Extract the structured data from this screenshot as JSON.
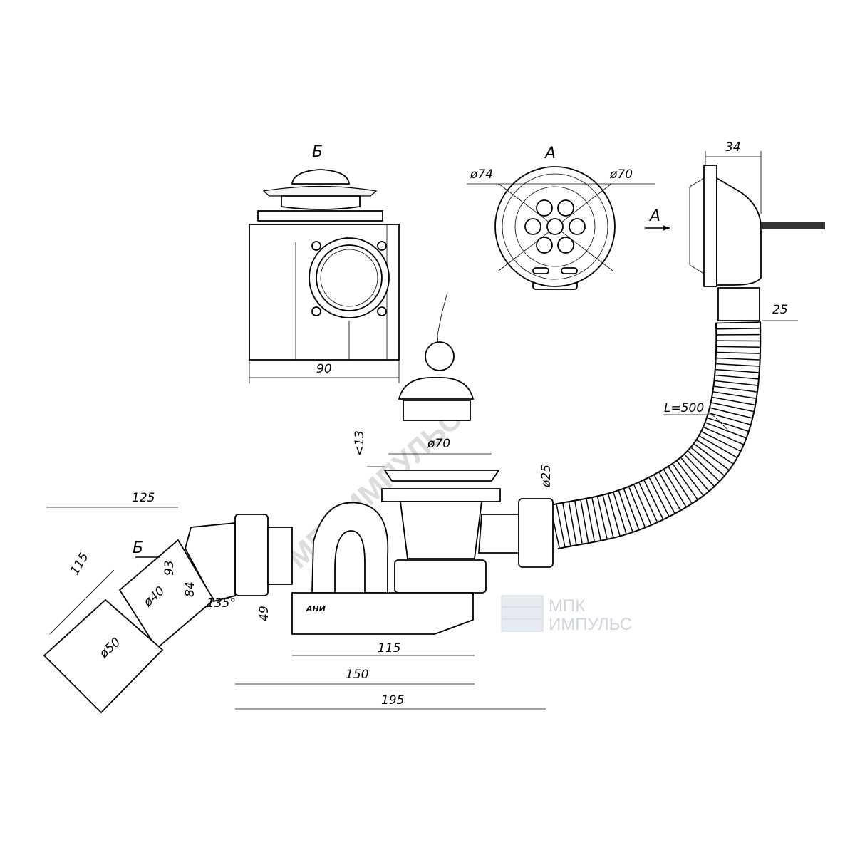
{
  "view_labels": {
    "view_b": "Б",
    "view_a": "А",
    "arrow_a": "А",
    "arrow_b": "Б"
  },
  "dimensions": {
    "d90": "90",
    "d34": "34",
    "d25": "25",
    "L500": "L=500",
    "phi74": "ø74",
    "phi70_top": "ø70",
    "phi70_main": "ø70",
    "phi25": "ø25",
    "lt13": "<13",
    "d125": "125",
    "d115_diag": "115",
    "d93": "93",
    "d84": "84",
    "d49": "49",
    "phi40": "ø40",
    "phi50": "ø50",
    "a135": "135°",
    "d115": "115",
    "d150": "150",
    "d195": "195"
  },
  "watermark": {
    "main": "МПК ИМПУЛЬС",
    "logo_line1": "МПК",
    "logo_line2": "ИМПУЛЬС"
  },
  "brand_mark": "АНИ"
}
